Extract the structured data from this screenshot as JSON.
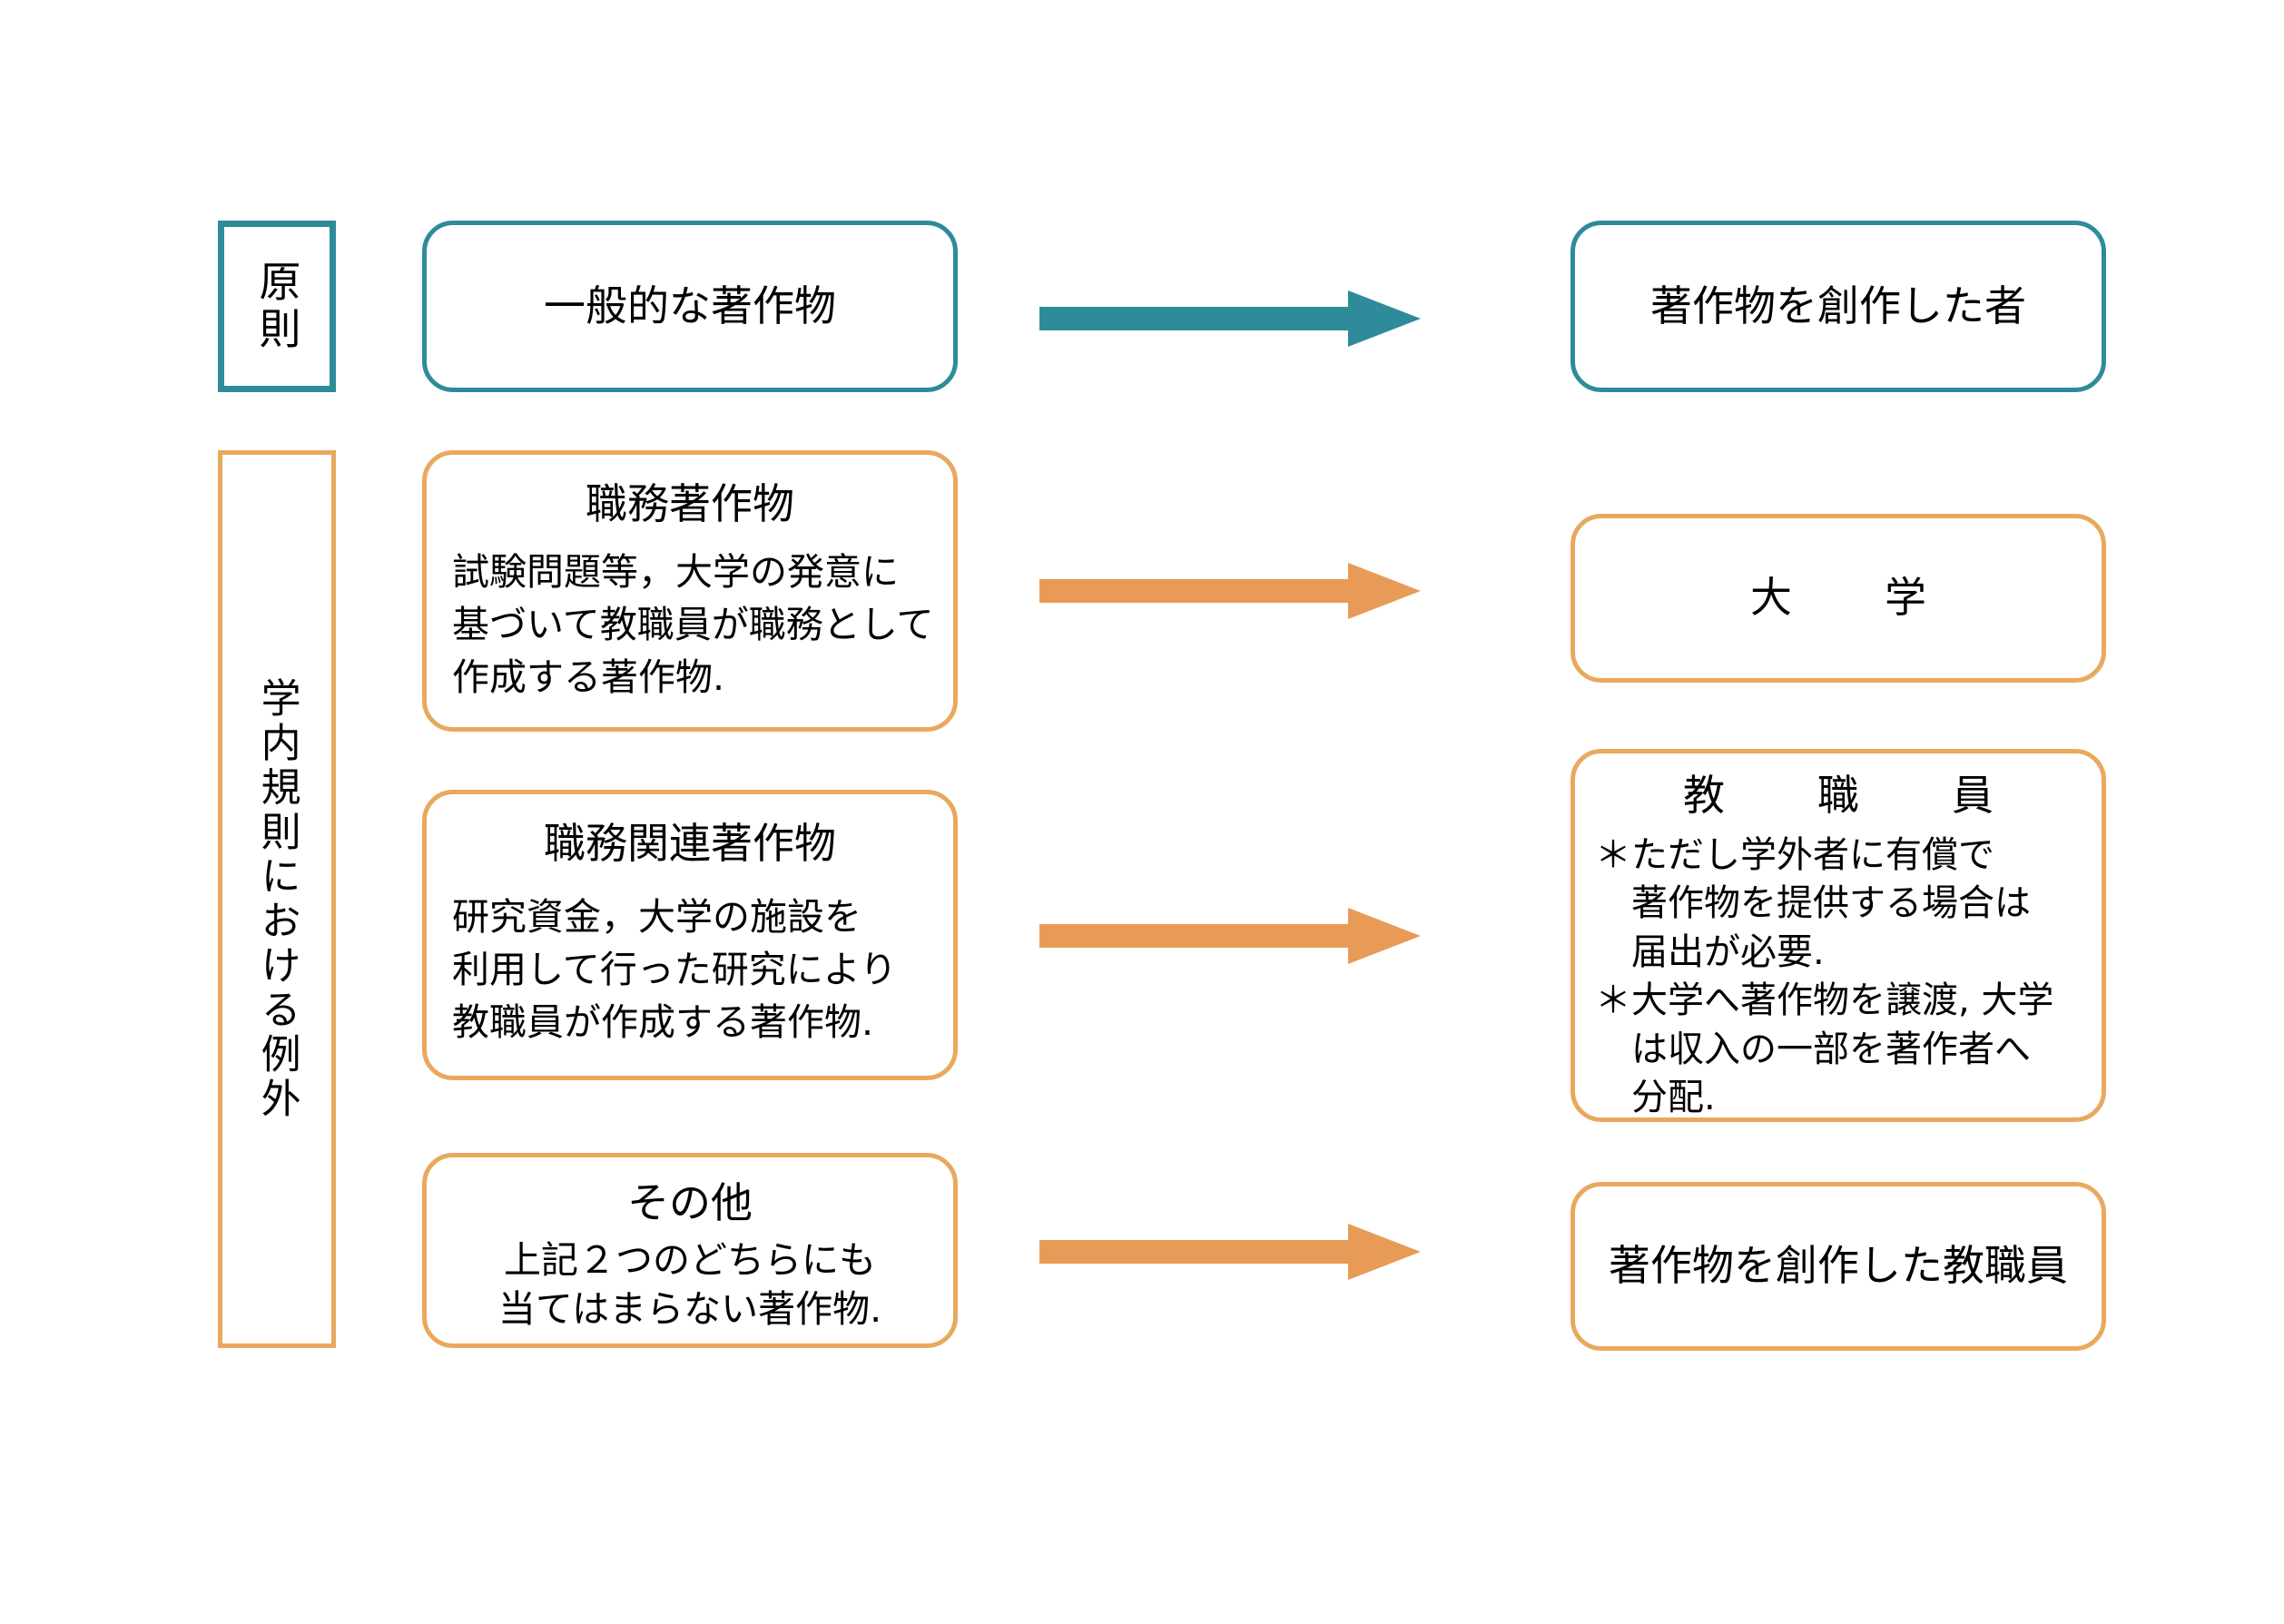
{
  "colors": {
    "teal": "#2E8B9A",
    "orange": "#E8A95E",
    "arrow_orange": "#E89B56",
    "text": "#000000",
    "background": "#FFFFFF"
  },
  "categories": {
    "principle": "原則",
    "exception": "学内規則における例外"
  },
  "rows": [
    {
      "id": "general-work",
      "left": {
        "title": "一般的な著作物",
        "body": ""
      },
      "arrow": {
        "name": "arrow-teal",
        "color": "#2E8B9A",
        "direction": "right"
      },
      "right": {
        "title": "著作物を創作した者",
        "notes": ""
      }
    },
    {
      "id": "work-made-for-hire",
      "left": {
        "title": "職務著作物",
        "body": "試験問題等，大学の発意に\n基づいて教職員が職務として\n作成する著作物."
      },
      "arrow": {
        "name": "arrow-orange-1",
        "color": "#E89B56",
        "direction": "right"
      },
      "right": {
        "title": "大　学",
        "notes": ""
      }
    },
    {
      "id": "work-related-to-duties",
      "left": {
        "title": "職務関連著作物",
        "body": "研究資金，大学の施設を\n利用して行った研究により\n教職員が作成する著作物."
      },
      "arrow": {
        "name": "arrow-orange-2",
        "color": "#E89B56",
        "direction": "right"
      },
      "right": {
        "title": "教　職　員",
        "notes": "＊ただし学外者に有償で\n　著作物を提供する場合は\n　届出が必要.\n＊大学へ著作物を譲渡, 大学\n　は収入の一部を著作者へ\n　分配."
      }
    },
    {
      "id": "other-works",
      "left": {
        "title": "その他",
        "body": "上記２つのどちらにも\n当てはまらない著作物."
      },
      "arrow": {
        "name": "arrow-orange-3",
        "color": "#E89B56",
        "direction": "right"
      },
      "right": {
        "title": "著作物を創作した教職員",
        "notes": ""
      }
    }
  ]
}
